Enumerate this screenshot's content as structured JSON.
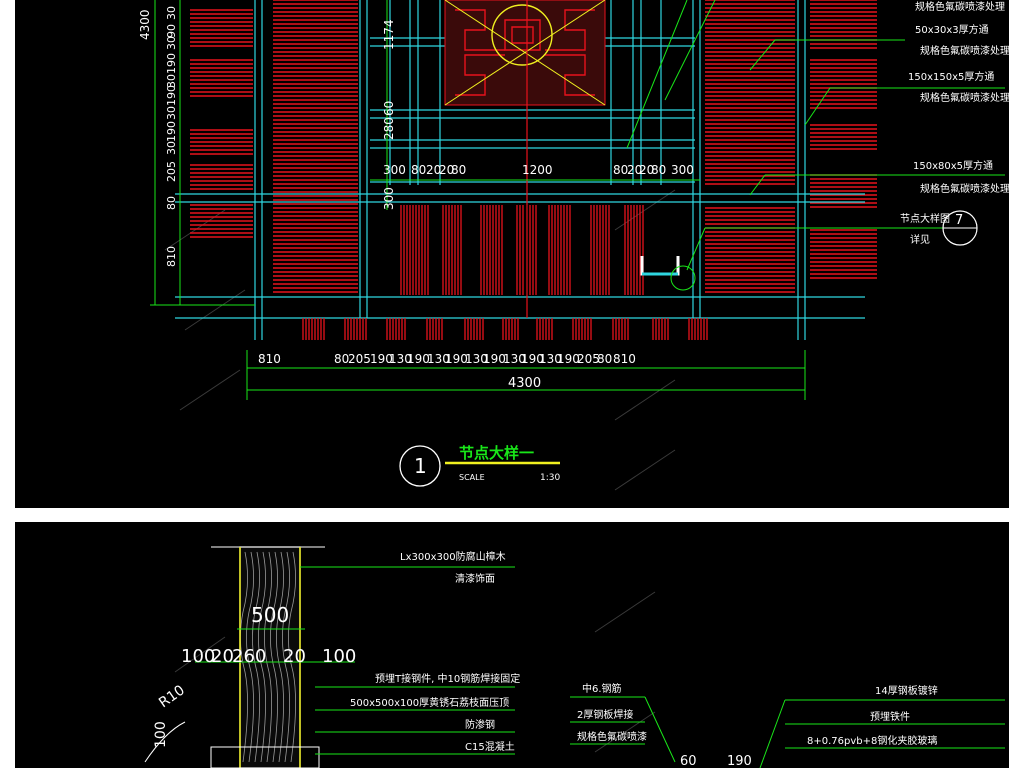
{
  "top": {
    "left_dims": [
      "30",
      "90",
      "30",
      "190",
      "30",
      "190",
      "30",
      "190",
      "30",
      "205",
      "80",
      "810"
    ],
    "left_total": "4300",
    "inner_dims_vertical": [
      "1174",
      "280",
      "60",
      "300"
    ],
    "inner_dims_horizontal": [
      "300",
      "80",
      "20",
      "20",
      "80",
      "1200",
      "80",
      "20",
      "20",
      "80",
      "300"
    ],
    "bottom_dims": [
      "810",
      "80",
      "205",
      "190",
      "130",
      "190",
      "130",
      "190",
      "130",
      "190",
      "130",
      "190",
      "130",
      "190",
      "205",
      "80",
      "810"
    ],
    "bottom_total": "4300",
    "notes": [
      "规格色氟碳喷漆处理",
      "50x30x3厚方通",
      "规格色氟碳喷漆处理",
      "150x150x5厚方通",
      "规格色氟碳喷漆处理",
      "150x80x5厚方通",
      "规格色氟碳喷漆处理",
      "节点大样图",
      "详见"
    ],
    "callout_symbol": "7",
    "title_number": "1",
    "title": "节点大样一",
    "scale_label": "SCALE",
    "scale_value": "1:30"
  },
  "bottom": {
    "dims_top": "500",
    "dims_row": [
      "100",
      "20",
      "260",
      "20",
      "100"
    ],
    "radius": "R10",
    "left_dim": "100",
    "notes_left": [
      "Lx300x300防腐山樟木",
      "清漆饰面",
      "预埋T接钢件, 中10钢筋焊接固定",
      "500x500x100厚黄锈石荔枝面压顶",
      "防渗钢",
      "C15混凝土"
    ],
    "notes_right_a": [
      "中6.钢筋",
      "2厚钢板焊接",
      "规格色氟碳喷漆"
    ],
    "notes_right_b": [
      "14厚钢板镀锌",
      "预埋铁件",
      "8+0.76pvb+8钢化夹胶玻璃"
    ],
    "dims_right": [
      "60",
      "190"
    ]
  },
  "colors": {
    "background": "#000000",
    "red": "#e8121c",
    "cyan": "#2fd6e0",
    "green": "#19e619",
    "white": "#ffffff",
    "yellow": "#f0f020"
  }
}
